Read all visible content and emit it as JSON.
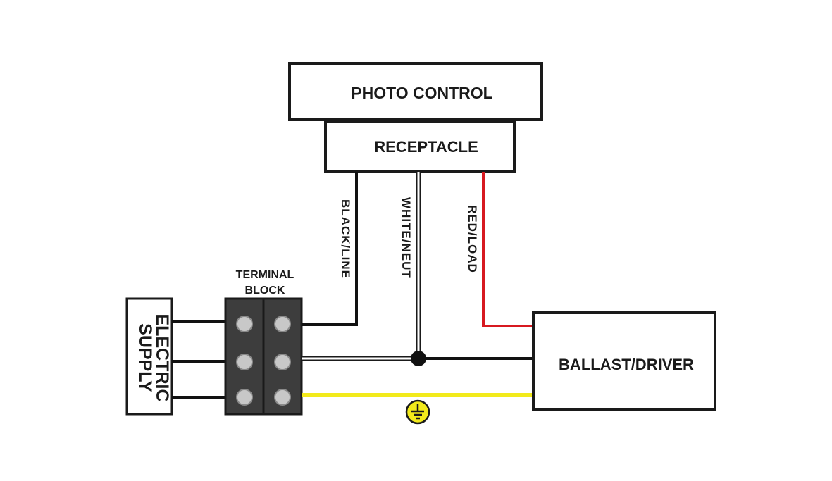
{
  "photo_control": {
    "label": "PHOTO CONTROL"
  },
  "receptacle": {
    "label": "RECEPTACLE"
  },
  "ballast": {
    "label": "BALLAST/DRIVER"
  },
  "supply": {
    "line1": "ELECTRIC",
    "line2": "SUPPLY"
  },
  "terminal_block": {
    "line1": "TERMINAL",
    "line2": "BLOCK"
  },
  "wires": {
    "black": {
      "label": "BLACK/LINE",
      "color": "#111111"
    },
    "white": {
      "label": "WHITE/NEUT",
      "color": "#ffffff"
    },
    "red": {
      "label": "RED/LOAD",
      "color": "#d71920"
    },
    "ground": {
      "color": "#f2ea1b"
    }
  },
  "icons": {
    "ground": "ground-icon"
  }
}
